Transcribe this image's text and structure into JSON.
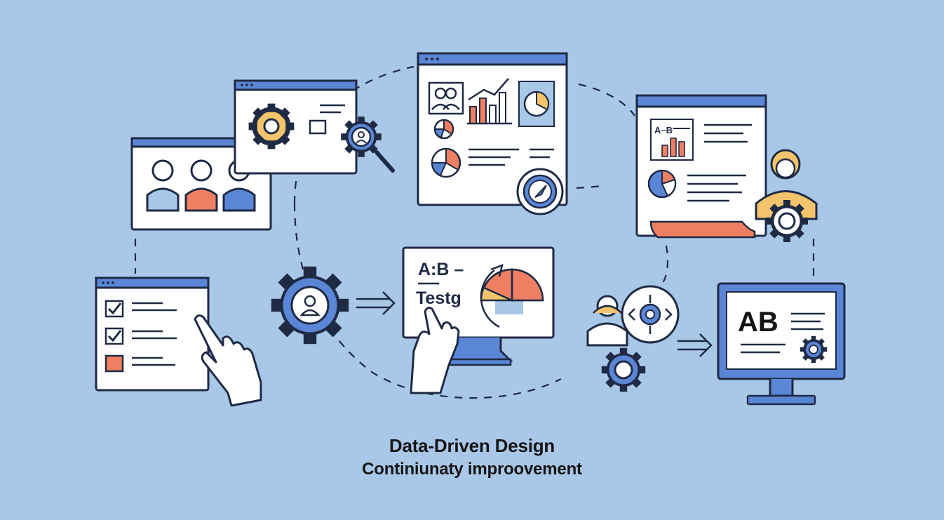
{
  "caption": {
    "title": "Data-Driven Design",
    "subtitle": "Continiunaty improovement"
  },
  "panels": {
    "ab_test_label_top": "A:B –",
    "ab_test_label_bottom": "Testg",
    "report_chart_label": "A–B",
    "monitor_label": "AB"
  },
  "icons": [
    "users-icon",
    "gear-icon",
    "magnifier-icon",
    "bar-chart-icon",
    "pie-chart-icon",
    "compass-icon",
    "person-icon",
    "checkbox-icon",
    "pointer-hand-icon",
    "gauge-icon",
    "target-icon",
    "arrow-right-icon",
    "monitor-icon"
  ],
  "colors": {
    "background": "#a9c8e8",
    "stroke": "#1f2a44",
    "accent_blue": "#5b86d6",
    "accent_orange": "#ee7f62",
    "accent_yellow": "#f3c46b",
    "panel": "#ffffff"
  }
}
